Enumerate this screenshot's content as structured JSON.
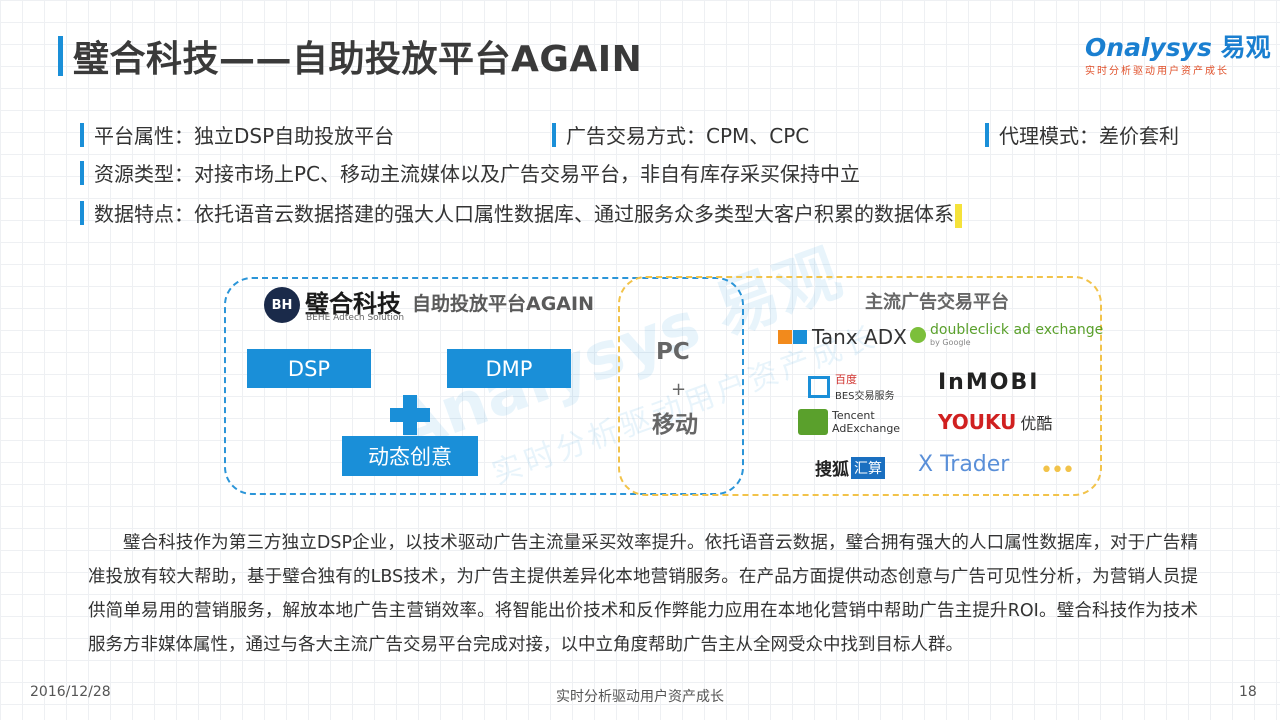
{
  "header": {
    "title": "璧合科技——自助投放平台AGAIN",
    "logo_text_en": "nalysys",
    "logo_text_o": "O",
    "logo_text_cn": "易观",
    "logo_tagline": "实时分析驱动用户资产成长"
  },
  "attributes": {
    "platform": "平台属性：独立DSP自助投放平台",
    "trade_mode": "广告交易方式：CPM、CPC",
    "agency_mode": "代理模式：差价套利",
    "resource_type": "资源类型：对接市场上PC、移动主流媒体以及广告交易平台，非自有库存采买保持中立",
    "data_feature": "数据特点：依托语音云数据搭建的强大人口属性数据库、通过服务众多类型大客户积累的数据体系"
  },
  "diagram": {
    "company_logo_mark": "BH",
    "company_name": "璧合科技",
    "company_subtitle": "BEHE Adtech Solution",
    "platform_name": "自助投放平台AGAIN",
    "dsp": "DSP",
    "dmp": "DMP",
    "creative": "动态创意",
    "pc": "PC",
    "plus": "+",
    "mobile": "移动",
    "mainstream_title": "主流广告交易平台",
    "partners": {
      "tanx": "Tanx ADX",
      "doubleclick": "doubleclick ad exchange",
      "doubleclick_sub": "by Google",
      "baidu": "百度",
      "baidu_sub": "BES交易服务",
      "inmobi": "InMOBI",
      "tencent": "Tencent",
      "tencent_sub": "AdExchange",
      "youku": "YOUKU",
      "youku_cn": "优酷",
      "sohu": "搜狐",
      "sohu_box": "汇算",
      "xtrader": "X Trader",
      "more": "•••"
    }
  },
  "paragraph": "璧合科技作为第三方独立DSP企业，以技术驱动广告主流量采买效率提升。依托语音云数据，璧合拥有强大的人口属性数据库，对于广告精准投放有较大帮助，基于璧合独有的LBS技术，为广告主提供差异化本地营销服务。在产品方面提供动态创意与广告可见性分析，为营销人员提供简单易用的营销服务，解放本地广告主营销效率。将智能出价技术和反作弊能力应用在本地化营销中帮助广告主提升ROI。璧合科技作为技术服务方非媒体属性，通过与各大主流广告交易平台完成对接，以中立角度帮助广告主从全网受众中找到目标人群。",
  "footer": {
    "date": "2016/12/28",
    "center": "实时分析驱动用户资产成长",
    "page": "18"
  },
  "colors": {
    "accent_blue": "#1a8fd8",
    "accent_yellow": "#f2c34a",
    "logo_orange": "#e0502a"
  }
}
